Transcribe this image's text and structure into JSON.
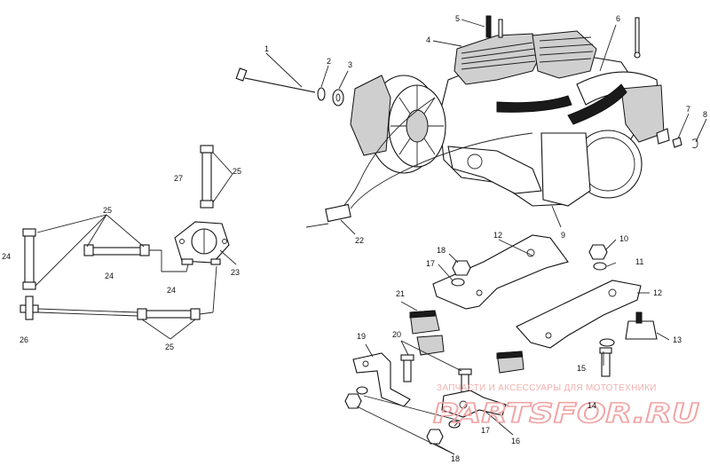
{
  "callouts": {
    "c1": "1",
    "c2": "2",
    "c3": "3",
    "c4": "4",
    "c5": "5",
    "c6": "6",
    "c7": "7",
    "c8": "8",
    "c9": "9",
    "c10": "10",
    "c11": "11",
    "c12a": "12",
    "c12b": "12",
    "c13": "13",
    "c14": "14",
    "c15": "15",
    "c16": "16",
    "c17a": "17",
    "c17b": "17",
    "c18a": "18",
    "c18b": "18",
    "c19": "19",
    "c20": "20",
    "c21": "21",
    "c22": "22",
    "c23": "23",
    "c24a": "24",
    "c24b": "24",
    "c24c": "24",
    "c25a": "25",
    "c25b": "25",
    "c25c": "25",
    "c26": "26",
    "c27": "27"
  },
  "watermark": {
    "tagline": "ЗАПЧАСТИ И АКСЕССУАРЫ ДЛЯ МОТОТЕХНИКИ",
    "logo": "PARTSFOR.RU"
  },
  "colors": {
    "line": "#111111",
    "watermark": "#f0a4a4"
  }
}
